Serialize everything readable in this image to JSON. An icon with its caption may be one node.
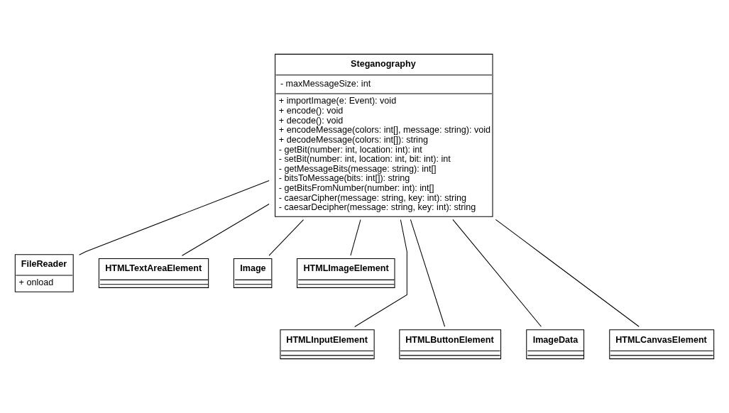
{
  "diagram": {
    "nodes": [
      {
        "text": [
          "Steganography",
          "- maxMessageSize: int",
          "+ importImage(e: Event): void",
          "+ encode(): void",
          "+ decode(): void",
          "+ encodeMessage(colors: int[], message: string): void",
          "+ decodeMessage(colors: int[]): string",
          "- getBit(number: int, location: int): int",
          "- setBit(number: int, location: int, bit: int): int",
          "- getMessageBits(message: string): int[]",
          "- bitsToMessage(bits: int[]): string",
          "- getBitsFromNumber(number: int): int[]",
          "- caesarCipher(message: string, key: int): string",
          "- caesarDecipher(message: string, key: int): string"
        ]
      },
      {
        "text": [
          "FileReader",
          "+ onload"
        ]
      },
      {
        "text": [
          "HTMLTextAreaElement"
        ]
      },
      {
        "text": [
          "Image"
        ]
      },
      {
        "text": [
          "HTMLImageElement"
        ]
      },
      {
        "text": [
          "HTMLInputElement"
        ]
      },
      {
        "text": [
          "HTMLButtonElement"
        ]
      },
      {
        "text": [
          "ImageData"
        ]
      },
      {
        "text": [
          "HTMLCanvasElement"
        ]
      }
    ],
    "edges": [
      {
        "from": 0,
        "to": 1,
        "arrow": "none"
      },
      {
        "from": 0,
        "to": 5,
        "arrow": "none"
      },
      {
        "from": 0,
        "to": 2,
        "arrow": "none"
      },
      {
        "from": 0,
        "to": 6,
        "arrow": "none"
      },
      {
        "from": 0,
        "to": 3,
        "arrow": "none"
      },
      {
        "from": 0,
        "to": 7,
        "arrow": "none"
      },
      {
        "from": 0,
        "to": 8,
        "arrow": "none"
      },
      {
        "from": 0,
        "to": 4,
        "arrow": "none"
      }
    ]
  }
}
